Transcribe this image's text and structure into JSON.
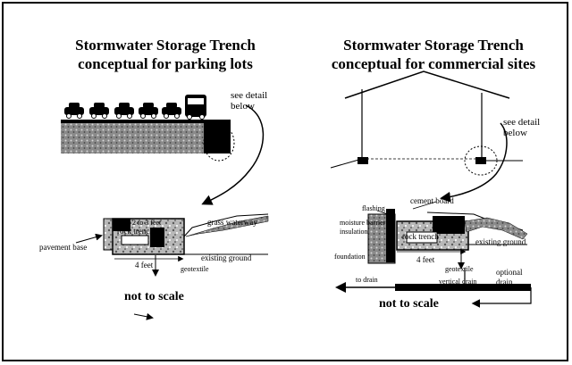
{
  "left_panel": {
    "title_line1": "Stormwater Storage Trench",
    "title_line2": "conceptual for parking lots",
    "see_detail": "see detail",
    "below": "below",
    "grass_waterway": "grass waterway",
    "feet_fill": "2 to 3 feet",
    "rock_trench": "rock trench",
    "pavement_base": "pavement base",
    "four_feet": "4 feet",
    "existing_ground": "existing ground",
    "geotextile": "geotextile",
    "not_to_scale": "not to scale"
  },
  "right_panel": {
    "title_line1": "Stormwater Storage Trench",
    "title_line2": "conceptual for commercial sites",
    "see_detail": "see detail",
    "below": "below",
    "flashing": "flashing",
    "cement_board": "cement board",
    "moisture_barrier": "moisture barrier",
    "insulation": "insulation",
    "rock_trench": "rock trench",
    "foundation": "foundation",
    "four_feet": "4 feet",
    "existing_ground": "existing ground",
    "geotextile": "geotextile",
    "vertical_drain": "vertical drain",
    "optional": "optional",
    "drain": "drain",
    "to_drain": "to drain",
    "not_to_scale": "not to scale"
  }
}
